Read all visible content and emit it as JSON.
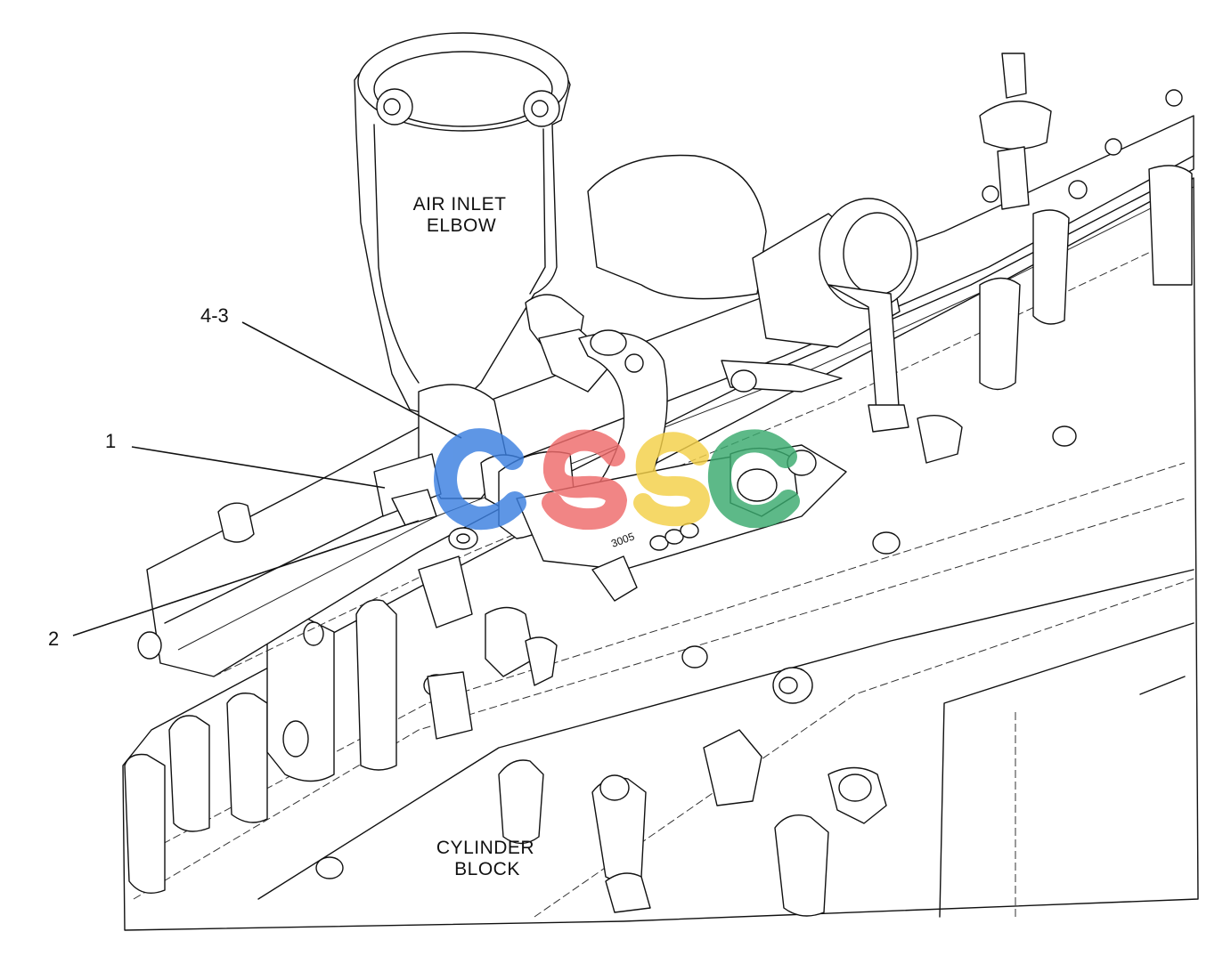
{
  "labels": {
    "air_inlet_line1": "AIR INLET",
    "air_inlet_line2": "ELBOW",
    "cylinder_line1": "CYLINDER",
    "cylinder_line2": "BLOCK",
    "part_marking": "3005"
  },
  "callouts": [
    {
      "id": "1",
      "text": "1"
    },
    {
      "id": "2",
      "text": "2"
    },
    {
      "id": "4-3",
      "text": "4-3"
    }
  ],
  "watermark": {
    "text": "CSSC",
    "colors": [
      "#3b7fe0",
      "#ef6b6b",
      "#f4d048",
      "#3aaa6e"
    ]
  }
}
